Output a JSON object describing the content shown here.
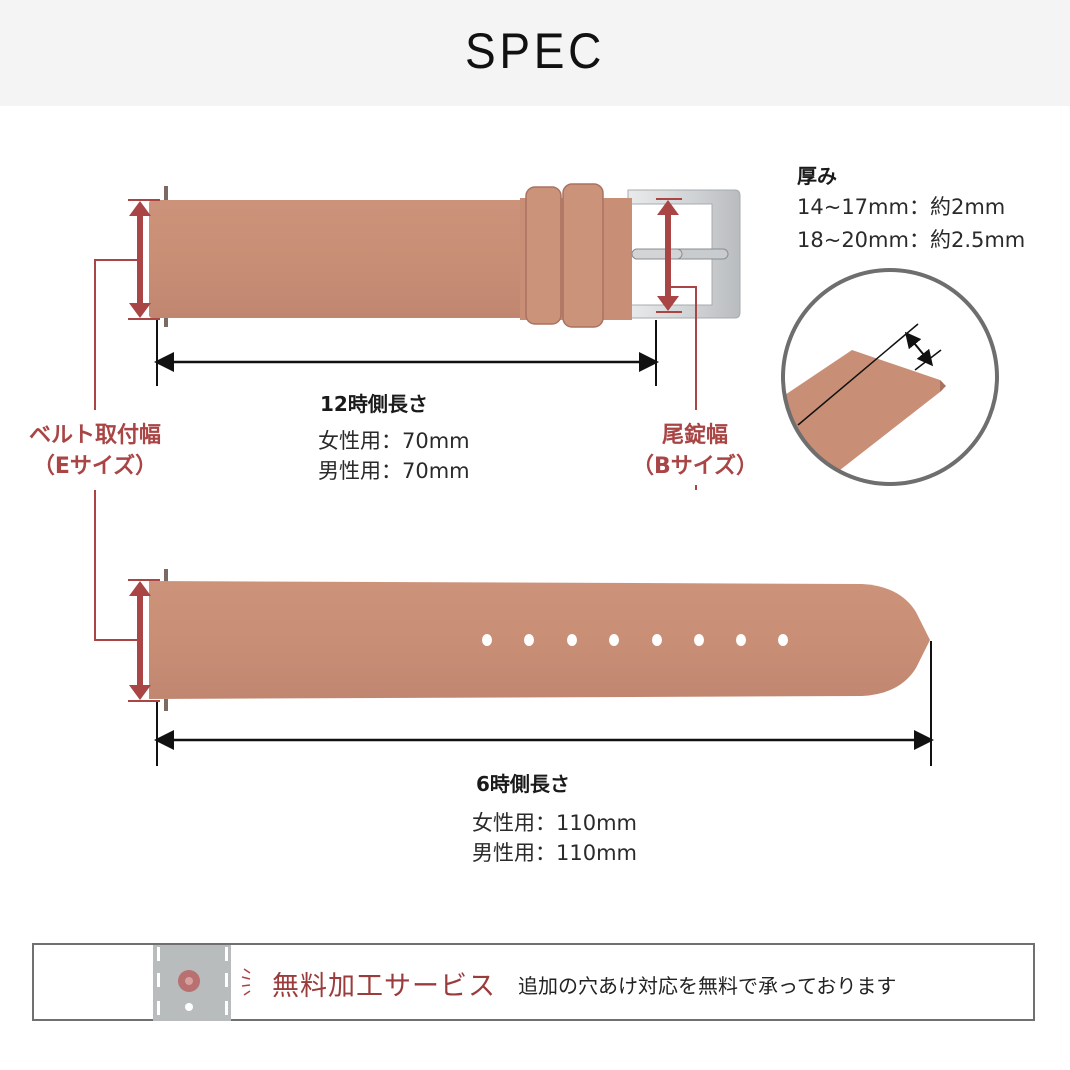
{
  "header": {
    "title": "SPEC"
  },
  "thickness": {
    "title": "厚み",
    "rows": [
      "14~17mm：約2mm",
      "18~20mm：約2.5mm"
    ]
  },
  "strap_12": {
    "title": "12時側長さ",
    "women": "女性用：70mm",
    "men": "男性用：70mm"
  },
  "strap_6": {
    "title": "6時側長さ",
    "women": "女性用：110mm",
    "men": "男性用：110mm"
  },
  "lug_width": {
    "line1": "ベルト取付幅",
    "line2": "（Eサイズ）"
  },
  "buckle_width": {
    "line1": "尾錠幅",
    "line2": "（Bサイズ）"
  },
  "service": {
    "title": "無料加工サービス",
    "description": "追加の穴あけ対応を無料で承っております"
  },
  "colors": {
    "leather": "#c98f76",
    "accent_red": "#a94545",
    "buckle_silver": "#d6d8da",
    "header_bg": "#f4f4f4"
  },
  "holes_count": 8
}
